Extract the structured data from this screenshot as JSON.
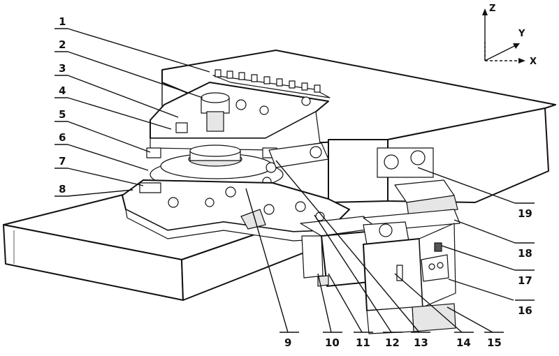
{
  "axes": {
    "z": "Z",
    "y": "Y",
    "x": "X"
  },
  "callouts": [
    "1",
    "2",
    "3",
    "4",
    "5",
    "6",
    "7",
    "8",
    "9",
    "10",
    "11",
    "12",
    "13",
    "14",
    "15",
    "16",
    "17",
    "18",
    "19"
  ]
}
